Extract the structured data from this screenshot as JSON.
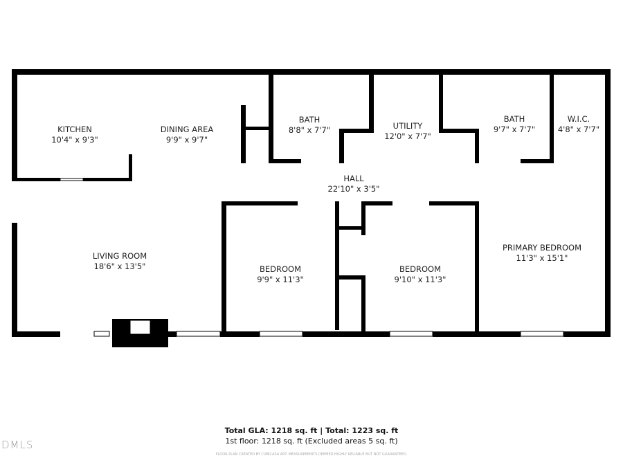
{
  "rooms": [
    {
      "name": "KITCHEN",
      "dims": "10'4\" x 9'3\""
    },
    {
      "name": "DINING AREA",
      "dims": "9'9\" x 9'7\""
    },
    {
      "name": "BATH",
      "dims": "8'8\" x 7'7\""
    },
    {
      "name": "UTILITY",
      "dims": "12'0\" x 7'7\""
    },
    {
      "name": "BATH",
      "dims": "9'7\" x 7'7\""
    },
    {
      "name": "W.I.C.",
      "dims": "4'8\" x 7'7\""
    },
    {
      "name": "HALL",
      "dims": "22'10\" x 3'5\""
    },
    {
      "name": "LIVING ROOM",
      "dims": "18'6\" x 13'5\""
    },
    {
      "name": "BEDROOM",
      "dims": "9'9\" x 11'3\""
    },
    {
      "name": "BEDROOM",
      "dims": "9'10\" x 11'3\""
    },
    {
      "name": "PRIMARY BEDROOM",
      "dims": "11'3\" x 15'1\""
    }
  ],
  "footer": {
    "totals": "Total GLA: 1218 sq. ft | Total: 1223 sq. ft",
    "floor": "1st floor: 1218 sq. ft (Excluded areas 5 sq. ft)",
    "disclaimer": "FLOOR PLAN CREATED BY CUBICASA APP. MEASUREMENTS DEEMED HIGHLY RELIABLE BUT NOT GUARANTEED.",
    "logo": "DMLS"
  },
  "colors": {
    "wall": "#000000",
    "background": "#ffffff"
  }
}
